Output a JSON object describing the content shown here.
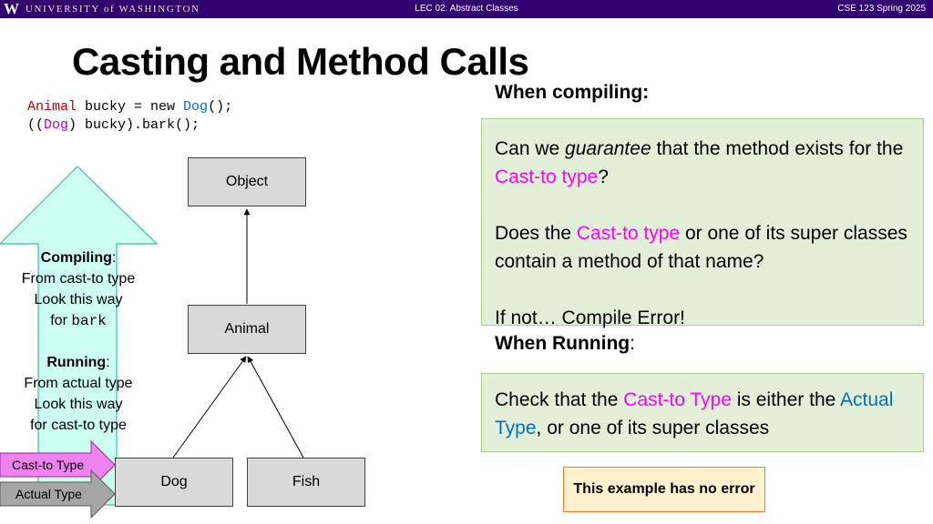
{
  "header": {
    "logo": "W",
    "university": "UNIVERSITY of WASHINGTON",
    "lecture": "LEC 02: Abstract Classes",
    "course": "CSE 123 Spring 2025"
  },
  "slide": {
    "title": "Casting and Method Calls"
  },
  "code": {
    "line1_type": "Animal",
    "line1_mid": " bucky = new ",
    "line1_class": "Dog",
    "line1_end": "();",
    "line2_start": "((",
    "line2_cast": "Dog",
    "line2_end": ") bucky).bark();"
  },
  "hierarchy": {
    "object": "Object",
    "animal": "Animal",
    "dog": "Dog",
    "fish": "Fish"
  },
  "arrow": {
    "compiling_label": "Compiling",
    "compiling_line1": "From cast-to type",
    "compiling_line2": "Look this way",
    "compiling_line3_prefix": "for ",
    "compiling_line3_code": "bark",
    "running_label": "Running",
    "running_line1": "From actual type",
    "running_line2": "Look this way",
    "running_line3": "for cast-to type"
  },
  "tags": {
    "cast_to": "Cast-to Type",
    "actual": "Actual Type"
  },
  "compiling": {
    "heading": "When compiling:",
    "q1_a": "Can we ",
    "q1_em": "guarantee",
    "q1_b": " that the method exists for the ",
    "q1_hl": "Cast-to type",
    "q1_end": "?",
    "q2_a": "Does the ",
    "q2_hl": "Cast-to type",
    "q2_b": " or one of its super classes contain a method of that name?",
    "q3": "If not… Compile Error!"
  },
  "running": {
    "heading": "When Running",
    "heading_suffix": ":",
    "text_a": "Check that the ",
    "text_hl1": "Cast-to Type",
    "text_b": " is either the ",
    "text_hl2": "Actual Type",
    "text_c": ", or one of its super classes"
  },
  "note": "This example has no error",
  "colors": {
    "header_bg": "#32006e",
    "cast_color": "#ff00ff",
    "actual_color": "#0070c0",
    "green_box": "#e2f0d9",
    "arrow_fill": "#ccfff0",
    "note_bg": "#fff2cc",
    "note_border": "#ed7d31"
  }
}
